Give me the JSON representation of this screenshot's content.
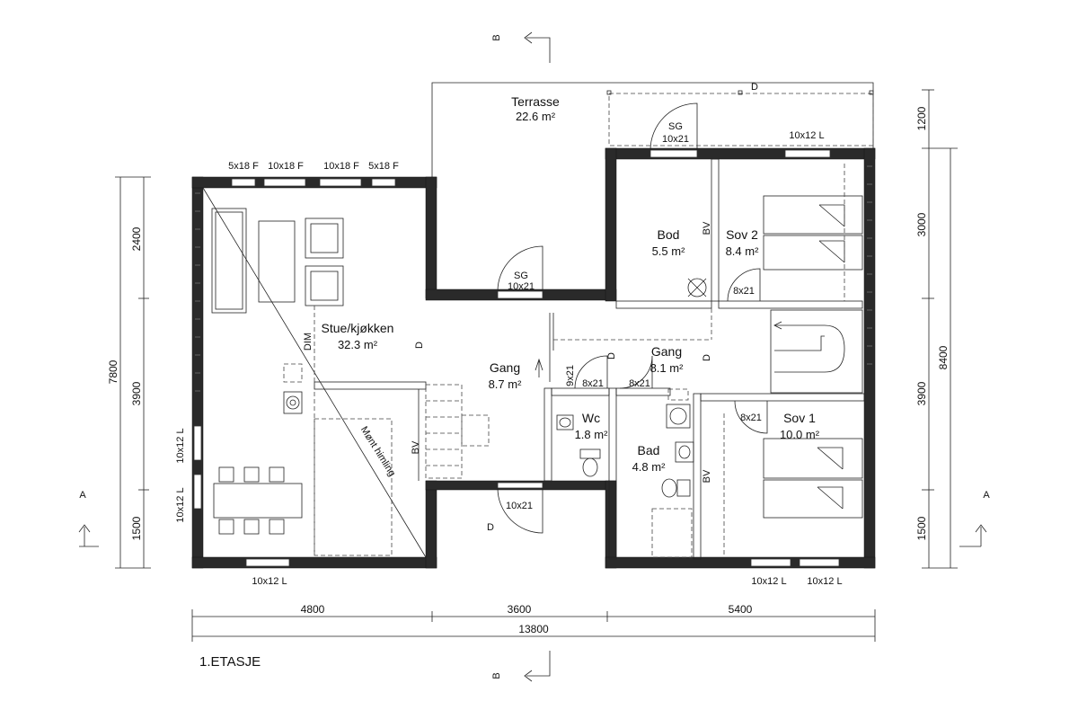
{
  "plan": {
    "title": "1.ETASJE",
    "rooms": {
      "terrasse": {
        "name": "Terrasse",
        "area": "22.6 m²"
      },
      "stue": {
        "name": "Stue/kjøkken",
        "area": "32.3 m²"
      },
      "bod": {
        "name": "Bod",
        "area": "5.5 m²"
      },
      "sov2": {
        "name": "Sov 2",
        "area": "8.4 m²"
      },
      "gang1": {
        "name": "Gang",
        "area": "8.7 m²"
      },
      "gang2": {
        "name": "Gang",
        "area": "8.1 m²"
      },
      "wc": {
        "name": "Wc",
        "area": "1.8 m²"
      },
      "bad": {
        "name": "Bad",
        "area": "4.8 m²"
      },
      "sov1": {
        "name": "Sov 1",
        "area": "10.0 m²"
      }
    },
    "windows": {
      "w_top1": "5x18 F",
      "w_top2": "10x18 F",
      "w_top3": "10x18 F",
      "w_top4": "5x18 F",
      "w_sov2_top": "10x12 L",
      "w_left1": "10x12 L",
      "w_left2": "10x12 L",
      "w_bottom_stue": "10x12 L",
      "w_bottom_sov1a": "10x12 L",
      "w_bottom_sov1b": "10x12 L"
    },
    "doors": {
      "sg_terrasse": "SG",
      "sg_terrasse_size": "10x21",
      "sg_gang": "SG",
      "sg_gang_size": "10x21",
      "d_sov2": "8x21",
      "d_wc": "8x21",
      "d_bad": "8x21",
      "d_sov1": "8x21",
      "d_9x21": "9x21",
      "d_entry": "10x21"
    },
    "marks": {
      "dim_label": "DIM",
      "mont": "Mønt himling",
      "bv1": "BV",
      "bv2": "BV",
      "bv3": "BV",
      "d1": "D",
      "d2": "D",
      "d3": "D",
      "d4": "D",
      "d5": "D"
    },
    "dimensions": {
      "h_4800": "4800",
      "h_3600": "3600",
      "h_5400": "5400",
      "h_13800": "13800",
      "l_2400": "2400",
      "l_3900": "3900",
      "l_1500": "1500",
      "l_7800": "7800",
      "r_1200": "1200",
      "r_3000": "3000",
      "r_3900": "3900",
      "r_1500": "1500",
      "r_8400": "8400"
    },
    "sections": {
      "b_top": "B",
      "b_bottom": "B",
      "a_left": "A",
      "a_right": "A"
    }
  }
}
